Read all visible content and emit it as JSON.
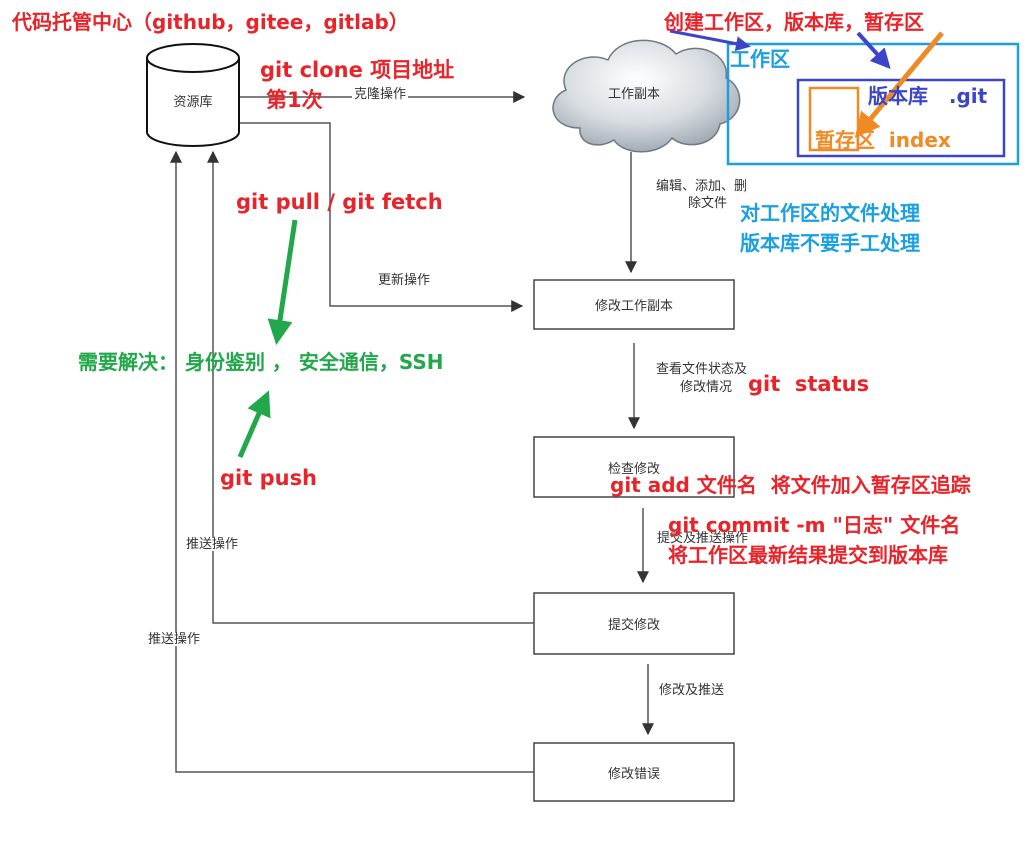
{
  "repo": {
    "label": "资源库"
  },
  "cloud": {
    "label": "工作副本"
  },
  "boxes": {
    "modify_copy": "修改工作副本",
    "check": "检查修改",
    "commit": "提交修改",
    "error": "修改错误"
  },
  "edges": {
    "clone": "克隆操作",
    "update": "更新操作",
    "edit_line1": "编辑、添加、删",
    "edit_line2": "除文件",
    "status_line1": "查看文件状态及",
    "status_line2": "修改情况",
    "commit_push": "提交及推送操作",
    "push1": "推送操作",
    "push2": "推送操作",
    "modify_push": "修改及推送"
  },
  "annotations": {
    "hosting": "代码托管中心（github，gitee，gitlab）",
    "clone_cmd": "git clone  项目地址",
    "first": "第1次",
    "pull": "git  pull /  git fetch",
    "ssh": "需要解决：  身份鉴别  ，  安全通信，SSH",
    "push": "git push",
    "create": "创建工作区，版本库，暂存区",
    "workspace": "工作区",
    "repo_git": "版本库   .git",
    "index": "暂存区  index",
    "ws_note1": "对工作区的文件处理",
    "ws_note2": "版本库不要手工处理",
    "status_cmd": "git  status",
    "add_cmd": "git add 文件名  将文件加入暂存区追踪",
    "commit_cmd": "git commit -m \"日志\" 文件名",
    "commit_note": "将工作区最新结果提交到版本库"
  },
  "colors": {
    "red": "#e8242a",
    "green": "#22a84a",
    "blue": "#1a9fe0",
    "indigo": "#3b45c8",
    "orange": "#f08a24",
    "line": "#555555"
  }
}
